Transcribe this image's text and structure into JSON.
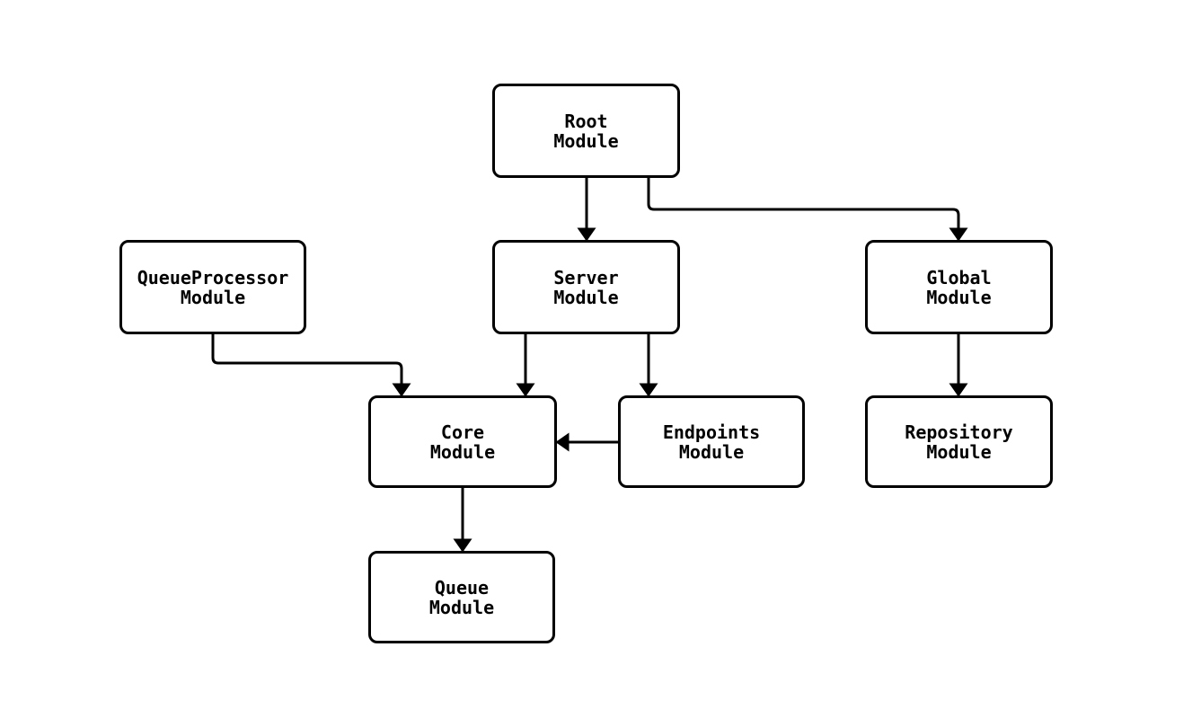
{
  "diagram": {
    "type": "flowchart",
    "direction": "top-down",
    "colors": {
      "background": "#ffffff",
      "node_fill": "#ffffff",
      "node_border": "#000000",
      "edge": "#000000",
      "text": "#000000"
    },
    "nodes": {
      "root": {
        "line1": "Root",
        "line2": "Module"
      },
      "queueprocessor": {
        "line1": "QueueProcessor",
        "line2": "Module"
      },
      "server": {
        "line1": "Server",
        "line2": "Module"
      },
      "global": {
        "line1": "Global",
        "line2": "Module"
      },
      "core": {
        "line1": "Core",
        "line2": "Module"
      },
      "endpoints": {
        "line1": "Endpoints",
        "line2": "Module"
      },
      "repository": {
        "line1": "Repository",
        "line2": "Module"
      },
      "queue": {
        "line1": "Queue",
        "line2": "Module"
      }
    },
    "edges": [
      {
        "from": "Root Module",
        "to": "Server Module"
      },
      {
        "from": "Root Module",
        "to": "Global Module"
      },
      {
        "from": "QueueProcessor Module",
        "to": "Core Module"
      },
      {
        "from": "Server Module",
        "to": "Core Module"
      },
      {
        "from": "Server Module",
        "to": "Endpoints Module"
      },
      {
        "from": "Endpoints Module",
        "to": "Core Module"
      },
      {
        "from": "Global Module",
        "to": "Repository Module"
      },
      {
        "from": "Core Module",
        "to": "Queue Module"
      }
    ]
  }
}
